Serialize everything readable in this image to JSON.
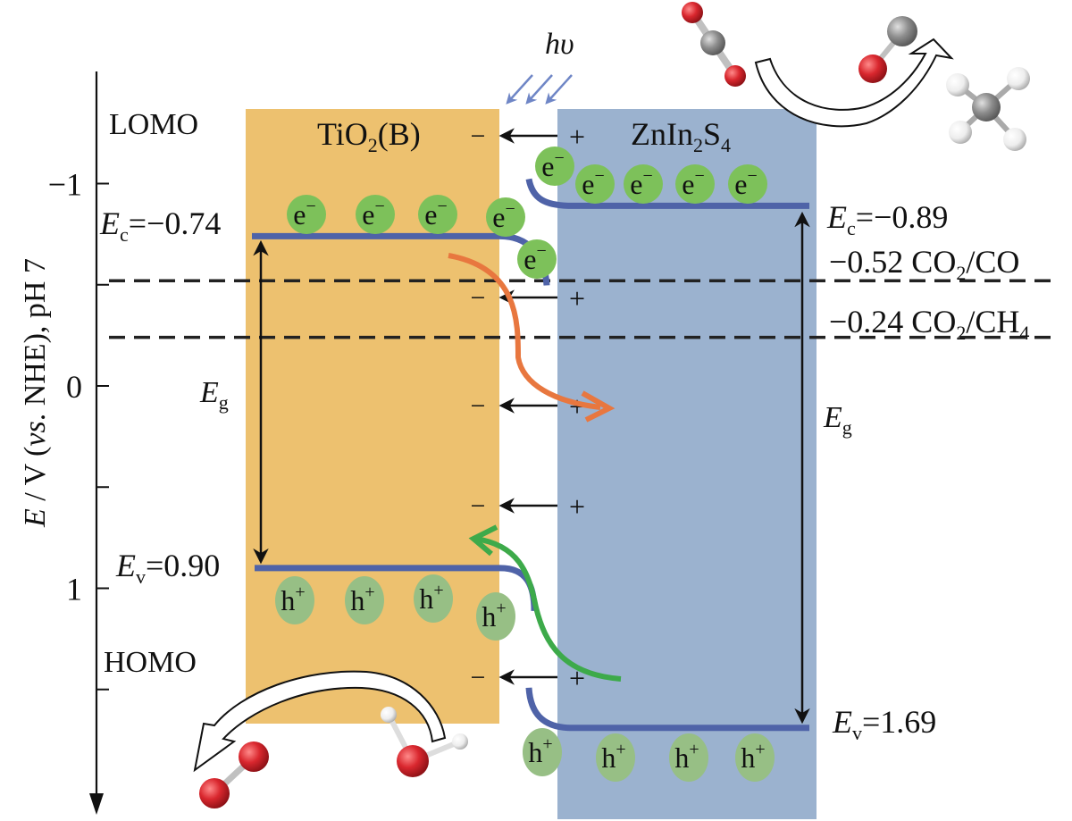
{
  "axis": {
    "label_italic": "E",
    "label_rest": " / V (",
    "label_vs": "vs",
    "label_tail": ". NHE), pH 7",
    "ticks": [
      {
        "value": -1,
        "label": "−1"
      },
      {
        "value": -0.5,
        "label": ""
      },
      {
        "value": 0,
        "label": "0"
      },
      {
        "value": 0.5,
        "label": ""
      },
      {
        "value": 1,
        "label": "1"
      },
      {
        "value": 1.5,
        "label": ""
      }
    ],
    "range": [
      -1.9,
      2.0
    ],
    "direction": "down"
  },
  "labels": {
    "lomo": "LOMO",
    "homo": "HOMO",
    "hv": "hυ",
    "eg": "E",
    "eg_sub": "g"
  },
  "tio2": {
    "name_main": "TiO",
    "name_sub": "2",
    "name_tail": "(B)",
    "ec_value": -0.74,
    "ec_label": "=−0.74",
    "ev_value": 0.9,
    "ev_label": "=0.90",
    "color": "#EDC16F"
  },
  "znins": {
    "name_parts": [
      "ZnIn",
      "2",
      "S",
      "4"
    ],
    "ec_value": -0.89,
    "ec_label": "=−0.89",
    "ev_value": 1.69,
    "ev_label": "=1.69",
    "color": "#9BB2CF"
  },
  "redox": [
    {
      "value": -0.52,
      "label_num": "−0.52 CO",
      "sub": "2",
      "tail": "/CO",
      "tail_sub": ""
    },
    {
      "value": -0.24,
      "label_num": "−0.24 CO",
      "sub": "2",
      "tail": "/CH",
      "tail_sub": "4"
    }
  ],
  "carriers": {
    "electron": "e",
    "electron_sup": "−",
    "hole": "h",
    "hole_sup": "+"
  },
  "interface": {
    "minus": "−",
    "plus": "+"
  },
  "colors": {
    "band_line": "#4F63A8",
    "carrier_e": "#7DC15A",
    "carrier_h": "#97BF85",
    "electron_path": "#E8773F",
    "hole_path": "#3DAA4A",
    "light": "#6F86C6",
    "oxygen": "#D9272E",
    "carbon": "#8E8E8E",
    "hydrogen": "#EDEDED"
  }
}
